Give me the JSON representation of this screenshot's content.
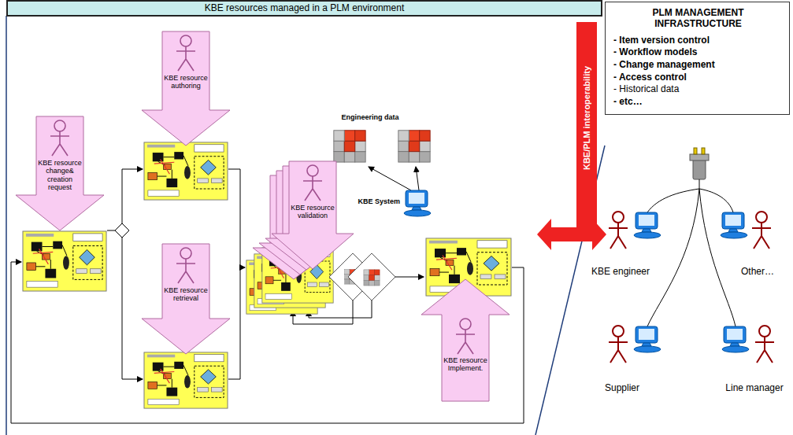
{
  "diagram": {
    "nodes": [
      {
        "text": [
          "KBE resources managed in a PLM environment"
        ]
      },
      {
        "text": [
          "KBE resource change& creation request"
        ]
      },
      {
        "text": [
          "KBE resource authoring"
        ]
      },
      {
        "text": [
          "KBE resource retrieval"
        ]
      },
      {
        "text": [
          "KBE resource validation"
        ]
      },
      {
        "text": [
          "KBE resource Implement."
        ]
      },
      {
        "text": [
          "KBE/PLM interoperability"
        ]
      },
      {
        "text": [
          "PLM MANAGEMENT INFRASTRUCTURE",
          "- Item version control",
          "- Workflow models",
          "- Change management",
          "- Access control",
          "- Historical data",
          "- etc…"
        ]
      }
    ],
    "labels": [
      "Engineering data",
      "KBE System",
      "KBE engineer",
      "Other…",
      "Supplier",
      "Line manager"
    ]
  }
}
